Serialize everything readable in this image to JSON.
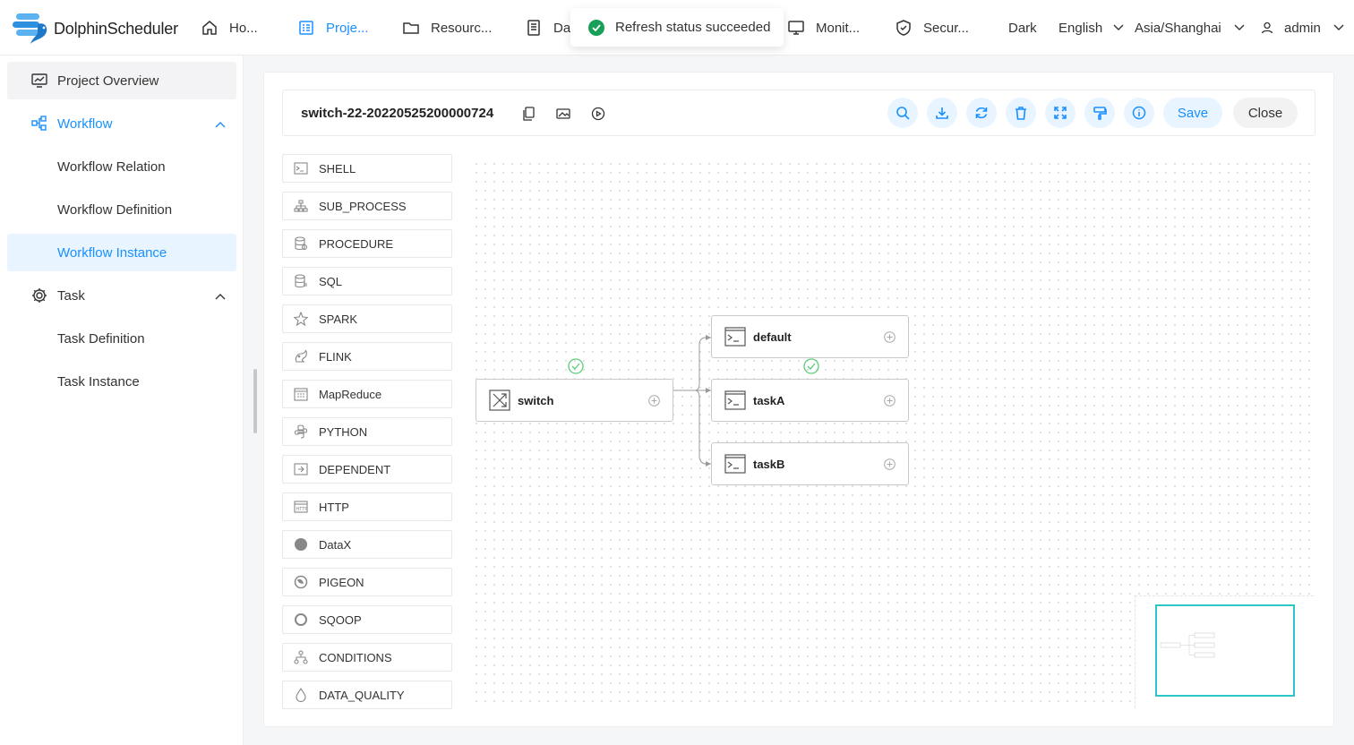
{
  "app": {
    "name": "DolphinScheduler"
  },
  "nav": [
    {
      "label": "Ho...",
      "icon": "home-icon"
    },
    {
      "label": "Proje...",
      "icon": "project-icon",
      "active": true
    },
    {
      "label": "Resourc...",
      "icon": "folder-icon"
    },
    {
      "label": "Dat",
      "icon": "datasource-icon"
    },
    {
      "label": "Monit...",
      "icon": "monitor-icon"
    },
    {
      "label": "Secur...",
      "icon": "shield-icon"
    }
  ],
  "header": {
    "theme": "Dark",
    "language": "English",
    "timezone": "Asia/Shanghai",
    "user": "admin"
  },
  "toast": {
    "message": "Refresh status succeeded"
  },
  "sidebar": {
    "project_overview": "Project Overview",
    "workflow": "Workflow",
    "workflow_relation": "Workflow Relation",
    "workflow_definition": "Workflow Definition",
    "workflow_instance": "Workflow Instance",
    "task": "Task",
    "task_definition": "Task Definition",
    "task_instance": "Task Instance"
  },
  "toolbar": {
    "title": "switch-22-20220525200000724",
    "save_label": "Save",
    "close_label": "Close"
  },
  "palette": [
    "SHELL",
    "SUB_PROCESS",
    "PROCEDURE",
    "SQL",
    "SPARK",
    "FLINK",
    "MapReduce",
    "PYTHON",
    "DEPENDENT",
    "HTTP",
    "DataX",
    "PIGEON",
    "SQOOP",
    "CONDITIONS",
    "DATA_QUALITY"
  ],
  "nodes": {
    "switch": "switch",
    "default": "default",
    "taskA": "taskA",
    "taskB": "taskB"
  },
  "colors": {
    "accent": "#1890ff",
    "success": "#18a058",
    "minimap": "#2ec7c9"
  }
}
